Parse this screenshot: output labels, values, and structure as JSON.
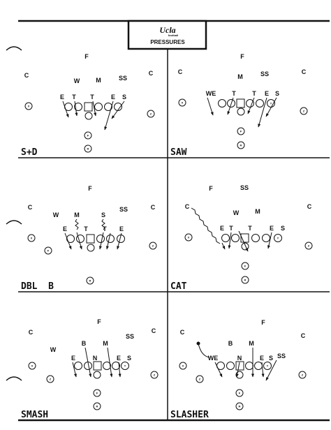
{
  "header": {
    "logo_text": "Ucla",
    "logo_sub": "football",
    "title": "PRESSURES"
  },
  "panels": [
    {
      "name": "S+D",
      "labels": {
        "F": "F",
        "C_left": "C",
        "C_right": "C",
        "W": "W",
        "M": "M",
        "SS": "SS",
        "E_left": "E",
        "T_left": "T",
        "T_right": "T",
        "E_right": "E",
        "S": "S"
      }
    },
    {
      "name": "SAW",
      "labels": {
        "F": "F",
        "C_left": "C",
        "C_right": "C",
        "M": "M",
        "SS": "SS",
        "WE": "WE",
        "T_left": "T",
        "T_right": "T",
        "E_right": "E",
        "S": "S"
      }
    },
    {
      "name": "DBL  B",
      "labels": {
        "F": "F",
        "C_left": "C",
        "C_right": "C",
        "W": "W",
        "M": "M",
        "S_blitz": "S",
        "SS": "SS",
        "E_left": "E",
        "T_left": "T",
        "T_right": "T",
        "E_right": "E"
      }
    },
    {
      "name": "CAT",
      "labels": {
        "F": "F",
        "SS": "SS",
        "C_left": "C",
        "C_right": "C",
        "W": "W",
        "M": "M",
        "E_left": "E",
        "T_left": "T",
        "T_right": "T",
        "E_right": "E",
        "S": "S"
      }
    },
    {
      "name": "SMASH",
      "labels": {
        "F": "F",
        "C_left": "C",
        "C_right": "C",
        "W": "W",
        "B": "B",
        "M": "M",
        "SS": "SS",
        "E_left": "E",
        "N": "N",
        "E_right": "E",
        "S": "S"
      }
    },
    {
      "name": "SLASHER",
      "labels": {
        "F": "F",
        "C_left": "C",
        "C_right": "C",
        "B": "B",
        "M": "M",
        "WE": "WE",
        "N": "N",
        "E_right": "E",
        "S": "S",
        "SS": "SS"
      }
    }
  ],
  "offense_marks": {
    "X": "X",
    "Y": "Y",
    "Z": "Z",
    "Q": "Q",
    "R": "R",
    "F": "F"
  }
}
